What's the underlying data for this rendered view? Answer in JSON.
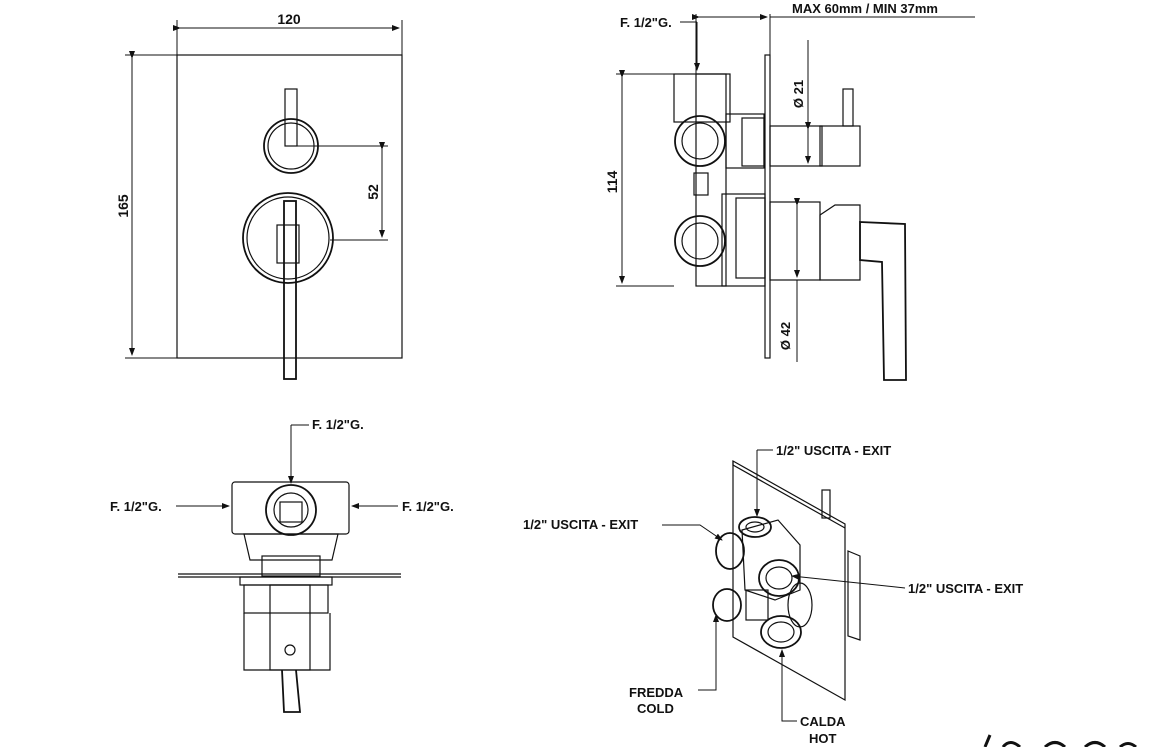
{
  "dimensions": {
    "front_width": "120",
    "front_height": "165",
    "handle_spacing": "52",
    "body_height": "114",
    "small_diameter": "Ø 21",
    "large_diameter": "Ø 42",
    "wall_depth": "MAX 60mm / MIN 37mm"
  },
  "connections": {
    "side_inlet_top": "F. 1/2\"G.",
    "bottom_top": "F. 1/2\"G.",
    "bottom_left": "F. 1/2\"G.",
    "bottom_right": "F. 1/2\"G."
  },
  "iso_labels": {
    "exit_top": "1/2\" USCITA - EXIT",
    "exit_left": "1/2\" USCITA - EXIT",
    "exit_right": "1/2\" USCITA - EXIT",
    "cold_it": "FREDDA",
    "cold_en": "COLD",
    "hot_it": "CALDA",
    "hot_en": "HOT"
  }
}
